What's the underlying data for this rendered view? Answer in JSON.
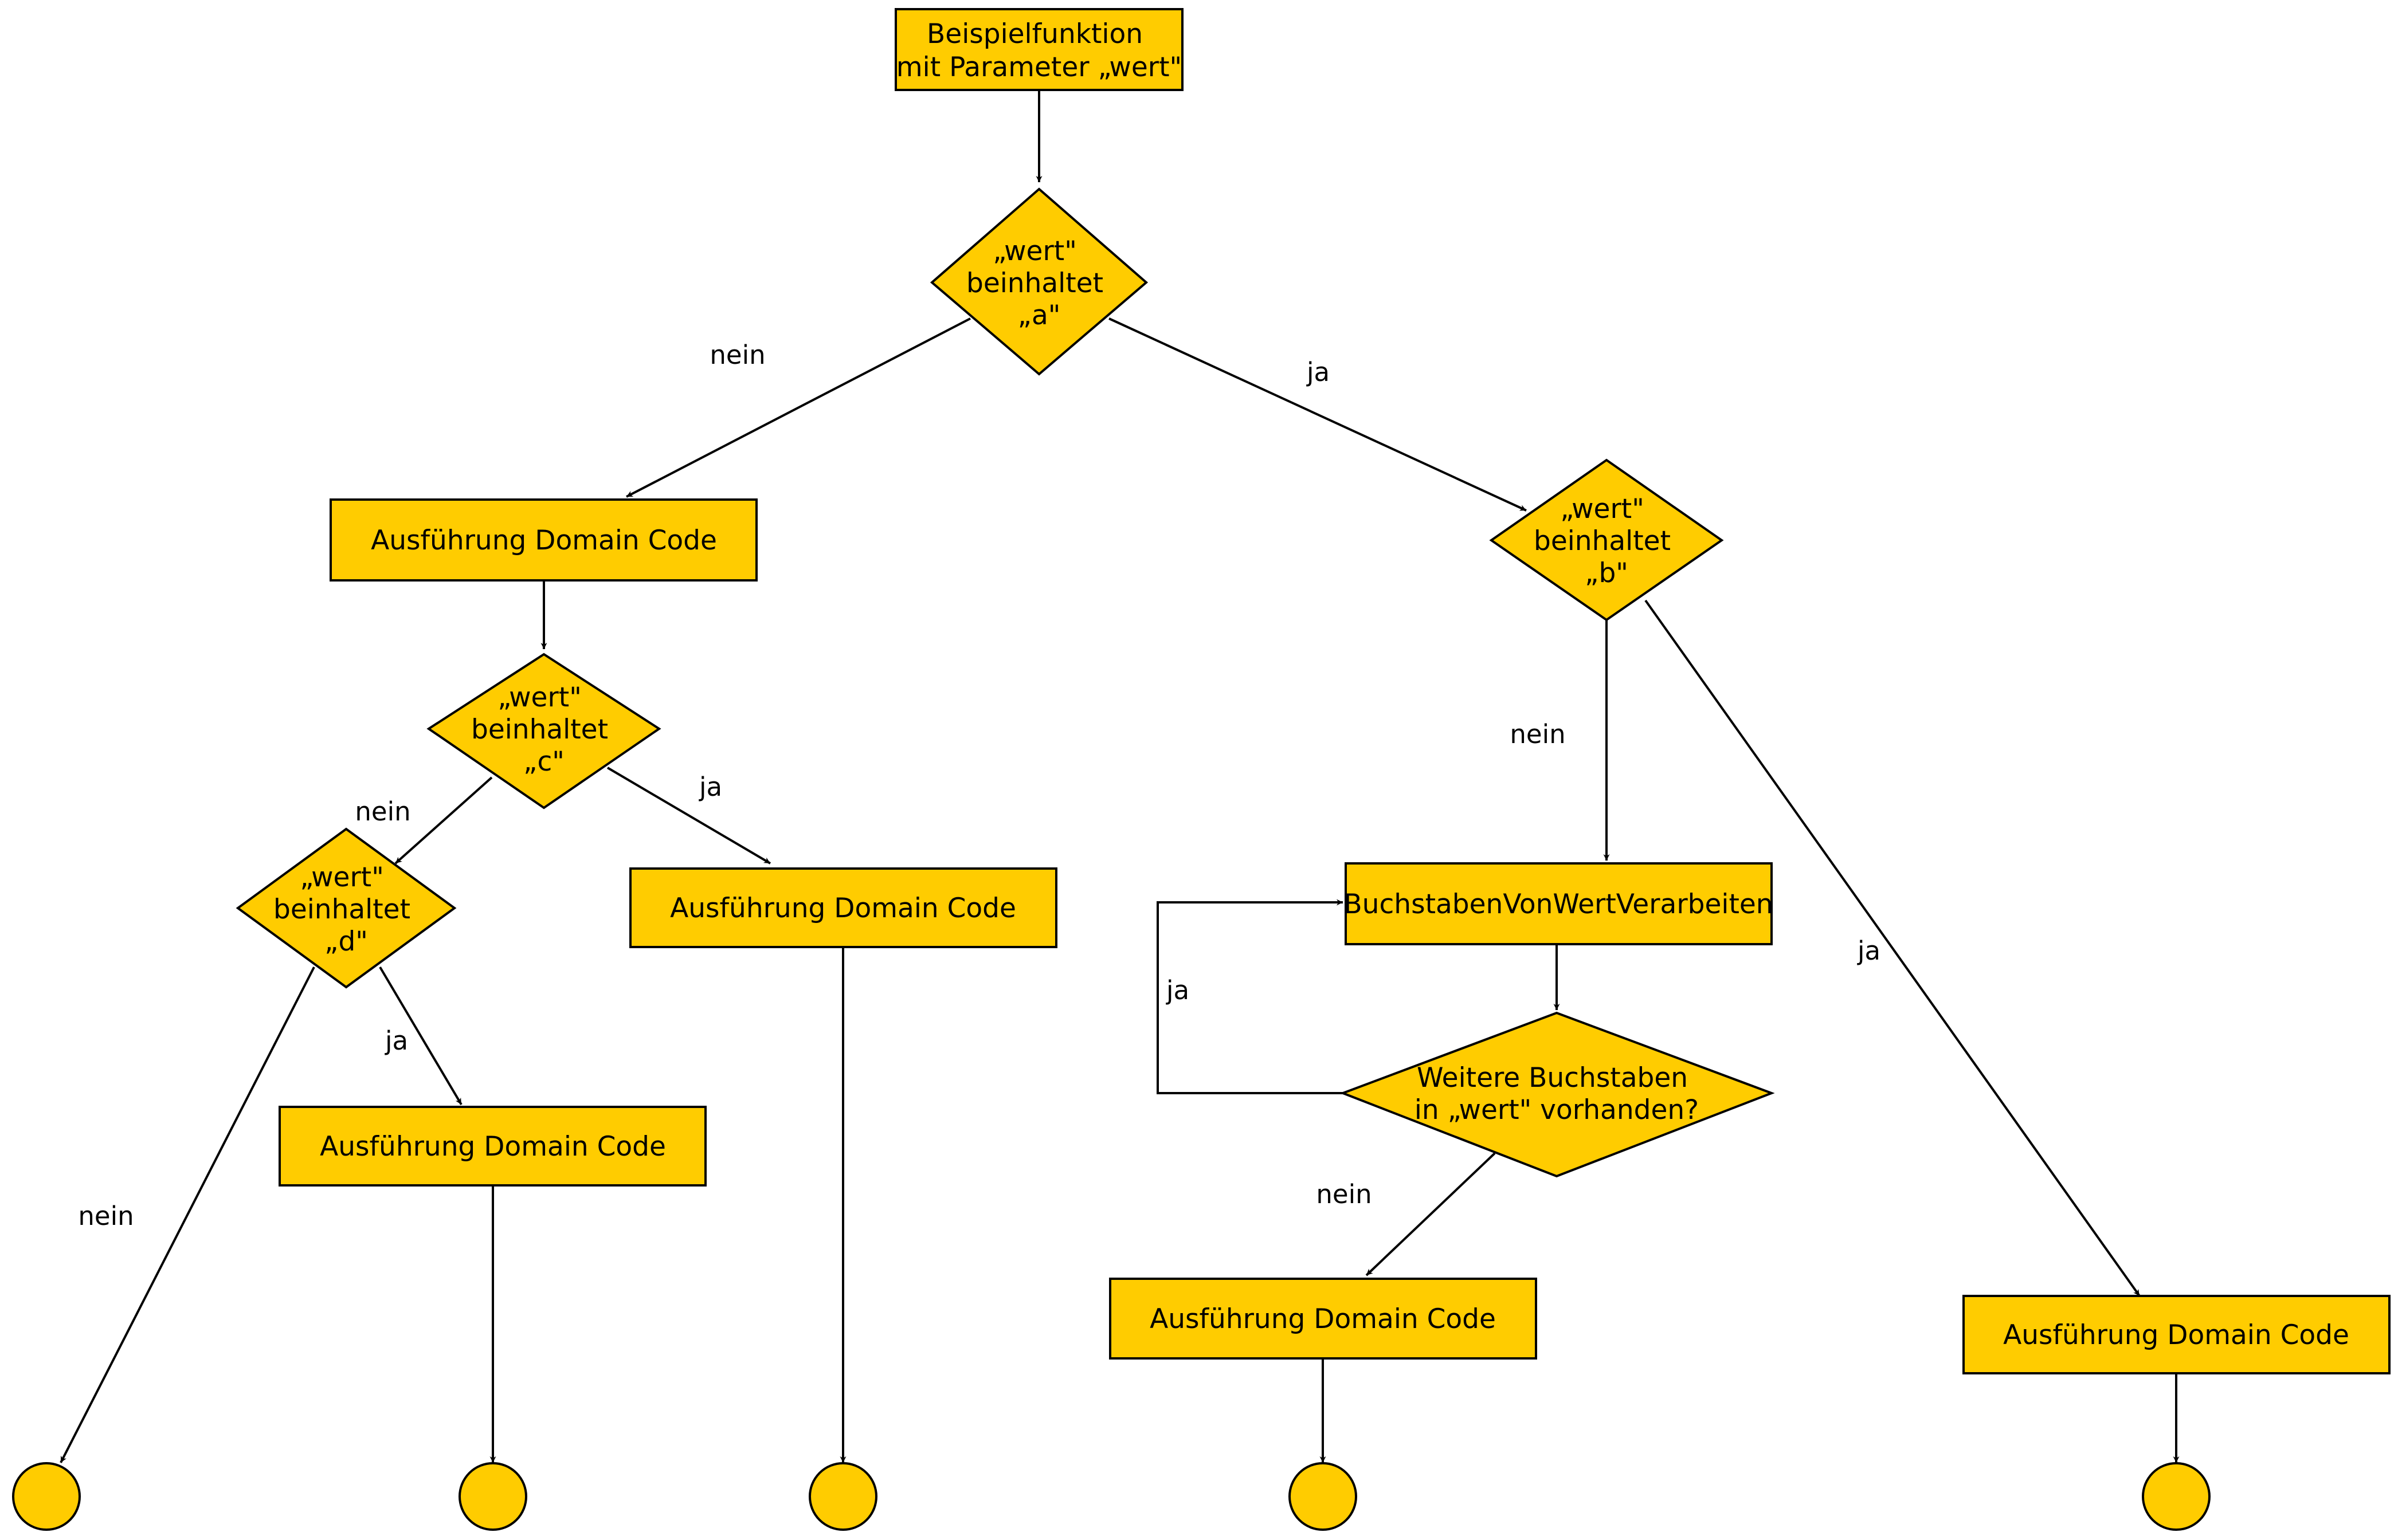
{
  "colors": {
    "fill": "#ffcc00",
    "stroke": "#000000",
    "background": "#ffffff"
  },
  "nodes": {
    "start": [
      "Beispielfunktion",
      "mit Parameter „wert\""
    ],
    "dec_a": [
      "„wert\"",
      "beinhaltet",
      "„a\""
    ],
    "dec_b": [
      "„wert\"",
      "beinhaltet",
      "„b\""
    ],
    "dec_c": [
      "„wert\"",
      "beinhaltet",
      "„c\""
    ],
    "dec_d": [
      "„wert\"",
      "beinhaltet",
      "„d\""
    ],
    "dec_more": [
      "Weitere Buchstaben",
      "in „wert\" vorhanden?"
    ],
    "proc_buchstaben": [
      "BuchstabenVonWertVerarbeiten"
    ],
    "domain_1": [
      "Ausführung Domain Code"
    ],
    "domain_2": [
      "Ausführung Domain Code"
    ],
    "domain_3": [
      "Ausführung Domain Code"
    ],
    "domain_4": [
      "Ausführung Domain Code"
    ],
    "domain_5": [
      "Ausführung Domain Code"
    ]
  },
  "edge_labels": {
    "a_nein": "nein",
    "a_ja": "ja",
    "b_nein": "nein",
    "b_ja": "ja",
    "c_nein": "nein",
    "c_ja": "ja",
    "d_nein": "nein",
    "d_ja": "ja",
    "more_ja": "ja",
    "more_nein": "nein"
  }
}
